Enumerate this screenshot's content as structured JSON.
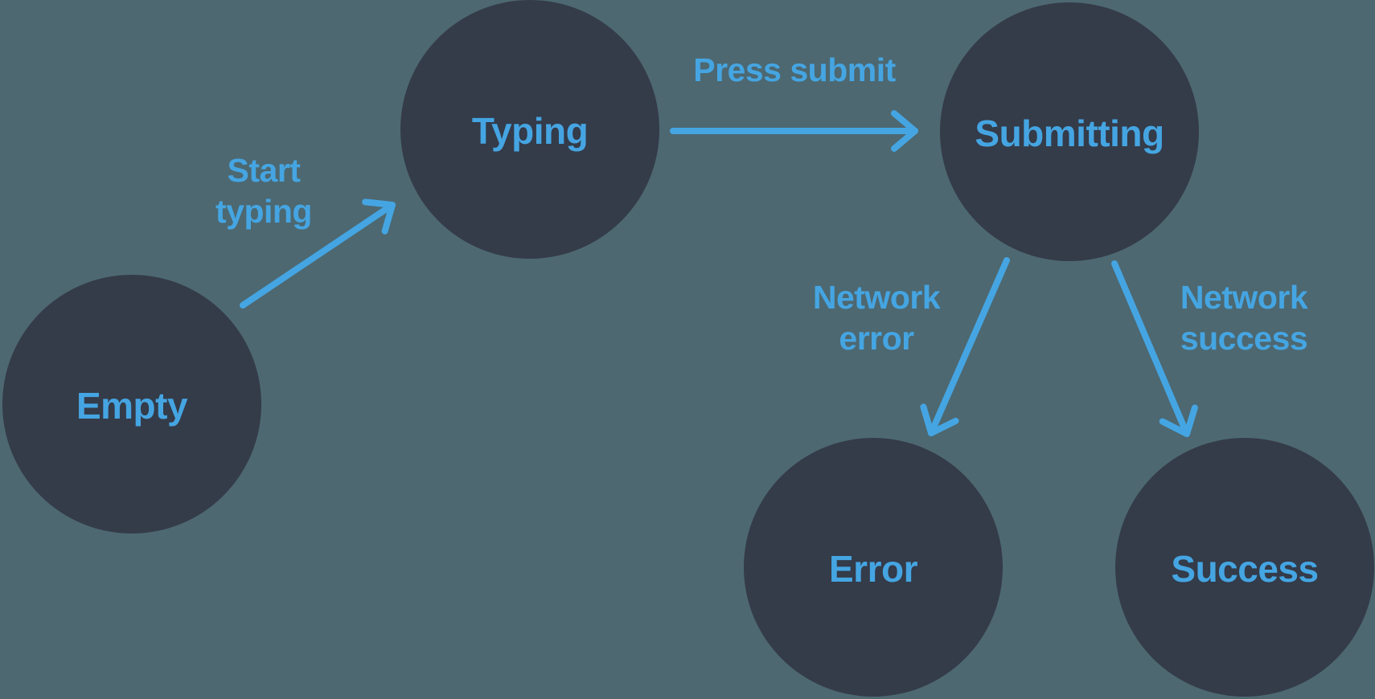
{
  "colors": {
    "background": "#4D6871",
    "state_fill": "#343B49",
    "accent": "#45A5E2"
  },
  "states": {
    "empty": {
      "label": "Empty"
    },
    "typing": {
      "label": "Typing"
    },
    "submitting": {
      "label": "Submitting"
    },
    "error": {
      "label": "Error"
    },
    "success": {
      "label": "Success"
    }
  },
  "transitions": {
    "start_typing": {
      "line1": "Start",
      "line2": "typing"
    },
    "press_submit": {
      "label": "Press submit"
    },
    "network_error": {
      "line1": "Network",
      "line2": "error"
    },
    "network_success": {
      "line1": "Network",
      "line2": "success"
    }
  }
}
